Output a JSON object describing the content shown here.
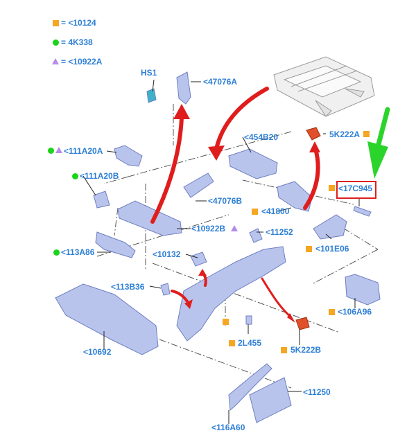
{
  "legend": [
    {
      "symbol": "square-orange",
      "text": "= <10124"
    },
    {
      "symbol": "circle-green",
      "text": "= 4K338"
    },
    {
      "symbol": "triangle-purple",
      "text": "= <10922A"
    }
  ],
  "callouts": {
    "hs1": "HS1",
    "p47076A": "<47076A",
    "p454B20": "<454B20",
    "p5K222A": "5K222A",
    "p111A20A": "<111A20A",
    "p111A20B": "<111A20B",
    "p17C945": "<17C945",
    "p47076B": "<47076B",
    "p41800": "<41800",
    "p10922B": "<10922B",
    "p11252": "<11252",
    "p101E06": "<101E06",
    "p113A86": "<113A86",
    "p10132": "<10132",
    "p113B36": "<113B36",
    "p106A96": "<106A96",
    "p2L455": "2L455",
    "p5K222B": "5K222B",
    "p10692": "<10692",
    "p11250": "<11250",
    "p116A60": "<116A60"
  },
  "colors": {
    "callout_text": "#2e7fd6",
    "part_fill": "#b9c4ec",
    "part_stroke": "#6e7fc2",
    "arrow_red": "#e01d1d",
    "arrow_green": "#2bd42b",
    "bullet_orange": "#f5a623",
    "bullet_green": "#19d419",
    "bullet_purple": "#b58ce8"
  }
}
